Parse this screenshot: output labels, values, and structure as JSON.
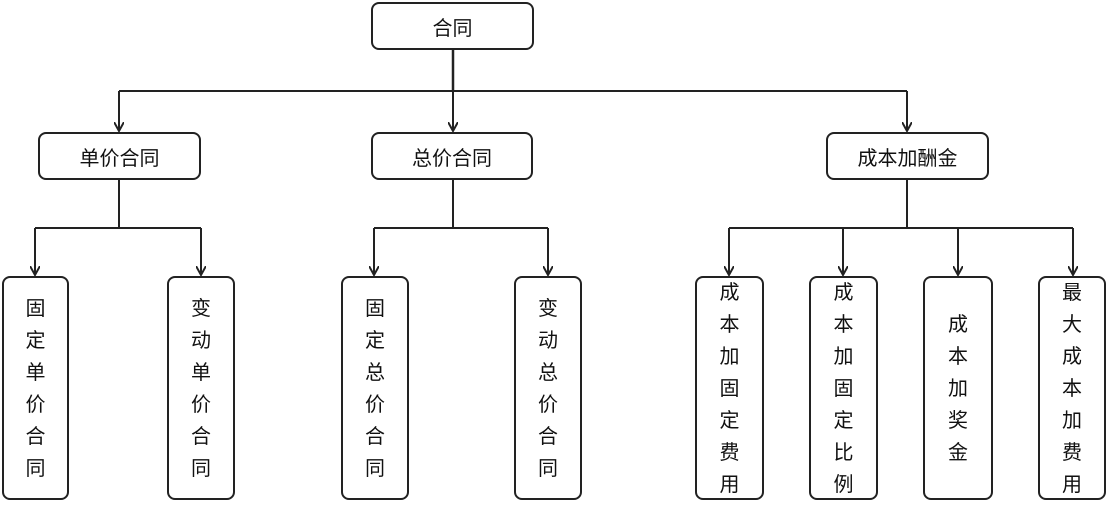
{
  "root": {
    "label": "合同"
  },
  "groups": [
    {
      "label": "单价合同",
      "children": [
        "固定单价合同",
        "变动单价合同"
      ]
    },
    {
      "label": "总价合同",
      "children": [
        "固定总价合同",
        "变动总价合同"
      ]
    },
    {
      "label": "成本加酬金",
      "children": [
        "成本加固定费用",
        "成本加固定比例",
        "成本加奖金",
        "最大成本加费用"
      ]
    }
  ]
}
